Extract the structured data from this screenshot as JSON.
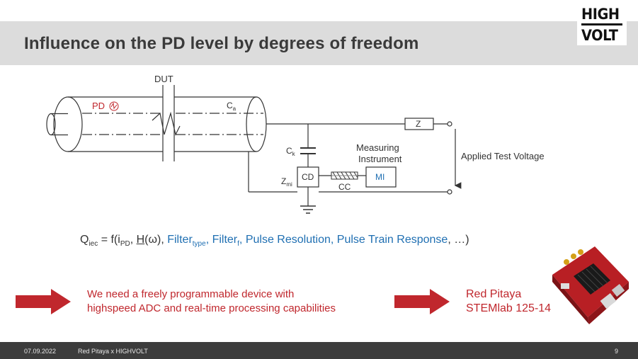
{
  "slide": {
    "title": "Influence on the PD level by degrees of freedom",
    "logo": {
      "line1": "HIGH",
      "line2": "VOLT"
    }
  },
  "diagram": {
    "dut_label": "DUT",
    "pd_label": "PD",
    "ca_label": "C",
    "ca_sub": "a",
    "ck_label": "C",
    "ck_sub": "k",
    "zmi_label": "Z",
    "zmi_sub": "mi",
    "cd_label": "CD",
    "cc_label": "CC",
    "mi_label": "MI",
    "z_label": "Z",
    "measuring_line1": "Measuring",
    "measuring_line2": "Instrument",
    "applied_voltage": "Applied Test Voltage"
  },
  "formula": {
    "q": "Q",
    "q_sub": "iec",
    "eq": " = f(i",
    "i_sub": "PD",
    "h": "H",
    "omega": "(ω), ",
    "filter1": "Filter",
    "filter1_sub": "type",
    "filter2": "Filter",
    "filter2_sub": "f",
    "rest_blue": "Pulse Resolution, Pulse Train Response",
    "tail": ", …)"
  },
  "bottom": {
    "need_line1": "We need a freely programmable device with",
    "need_line2": "highspeed ADC and real-time processing capabilities",
    "product_line1": "Red Pitaya",
    "product_line2": "STEMlab 125-14"
  },
  "footer": {
    "date": "07.09.2022",
    "event": "Red Pitaya x HIGHVOLT",
    "page": "9"
  },
  "colors": {
    "accent_red": "#c0272d",
    "accent_blue": "#1f6fb2",
    "title_bar": "#dcdcdc",
    "footer_bg": "#3c3c3c"
  }
}
